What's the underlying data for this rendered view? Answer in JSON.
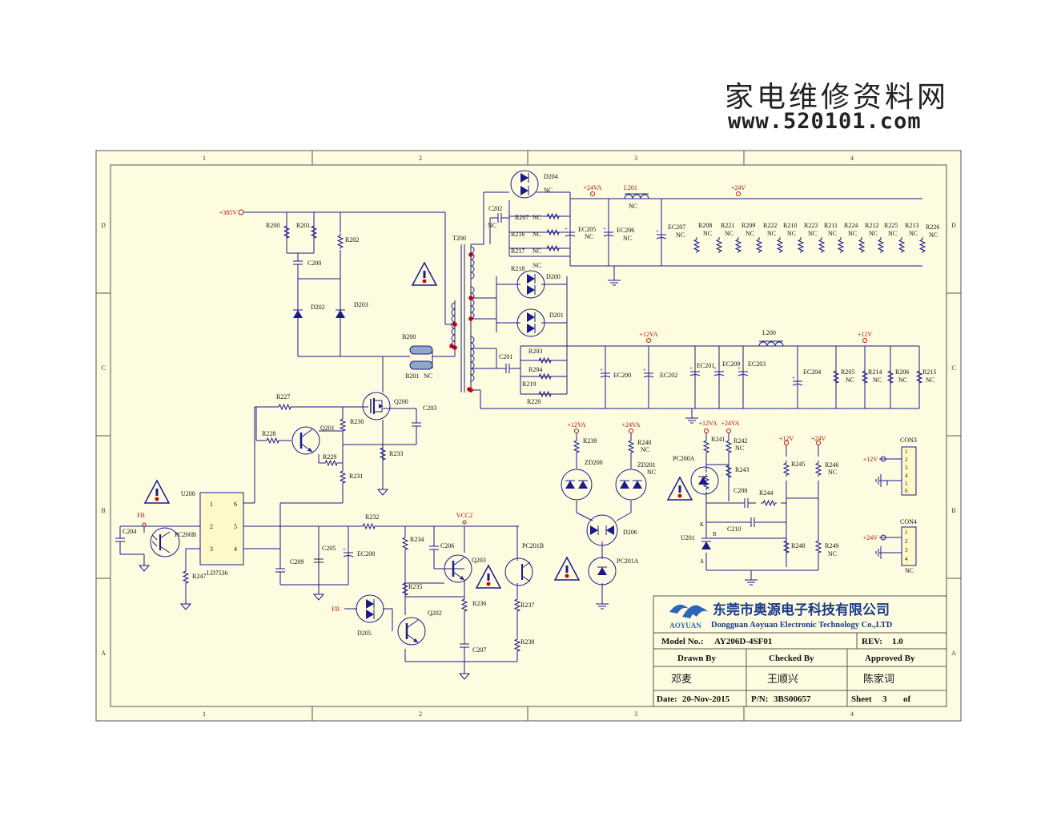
{
  "watermark": {
    "title": "家电维修资料网",
    "url": "www.520101.com"
  },
  "border": {
    "columns": [
      "1",
      "2",
      "3",
      "4"
    ],
    "rows": [
      "D",
      "C",
      "B",
      "A"
    ]
  },
  "nets": {
    "v385": "+385V",
    "v24va": "+24VA",
    "v24v": "+24V",
    "v12va": "+12VA",
    "v12v": "+12V",
    "fb": "FB",
    "vcc2": "VCC2",
    "nc": "NC"
  },
  "components": {
    "R200": "R200",
    "R201": "R201",
    "R202": "R202",
    "C200": "C200",
    "D202": "D202",
    "D203": "D203",
    "B200": "B200",
    "B201": "B201",
    "T200": "T200",
    "C202": "C202",
    "D204": "D204",
    "R207": "R207",
    "R216": "R216",
    "R217": "R217",
    "R218": "R218",
    "D200": "D200",
    "D201": "D201",
    "C201": "C201",
    "R203": "R203",
    "R204": "R204",
    "R219": "R219",
    "R220": "R220",
    "L201": "L201",
    "L200": "L200",
    "EC205": "EC205",
    "EC206": "EC206",
    "EC207": "EC207",
    "R208": "R208",
    "R221": "R221",
    "R209": "R209",
    "R222": "R222",
    "R210": "R210",
    "R223": "R223",
    "R211": "R211",
    "R224": "R224",
    "R212": "R212",
    "R225": "R225",
    "R213": "R213",
    "R226": "R226",
    "EC200": "EC200",
    "EC202": "EC202",
    "EC201": "EC201",
    "EC209": "EC209",
    "EC203": "EC203",
    "EC204": "EC204",
    "R205": "R205",
    "R214": "R214",
    "R206": "R206",
    "R215": "R215",
    "R227": "R227",
    "Q200": "Q200",
    "C203": "C203",
    "R228": "R228",
    "Q201": "Q201",
    "R230": "R230",
    "R229": "R229",
    "R233": "R233",
    "R231": "R231",
    "U200": "U200",
    "LD7536": "LD7536",
    "PC200B": "PC200B",
    "C204": "C204",
    "R247": "R247",
    "R232": "R232",
    "C209": "C209",
    "C205": "C205",
    "EC208": "EC208",
    "R234": "R234",
    "C206": "C206",
    "Q203": "Q203",
    "R235": "R235",
    "R236": "R236",
    "Q202": "Q202",
    "C207": "C207",
    "D205": "D205",
    "PC201B": "PC201B",
    "R237": "R237",
    "R238": "R238",
    "R239": "R239",
    "R240": "R240",
    "ZD200": "ZD200",
    "ZD201": "ZD201",
    "D206": "D206",
    "PC201A": "PC201A",
    "R241": "R241",
    "R242": "R242",
    "R243": "R243",
    "PC200A": "PC200A",
    "C208": "C208",
    "R244": "R244",
    "R245": "R245",
    "R246": "R246",
    "C210": "C210",
    "U201": "U201",
    "R248": "R248",
    "R249": "R249",
    "CON3": "CON3",
    "CON4": "CON4",
    "pinK": "K",
    "pinR": "R",
    "pinA": "A"
  },
  "connectors": {
    "con3_pins": [
      "1",
      "2",
      "3",
      "4",
      "5",
      "6"
    ],
    "con4_pins": [
      "1",
      "2",
      "3",
      "4"
    ]
  },
  "title_block": {
    "company_cn": "东莞市奥源电子科技有限公司",
    "company_en": "Dongguan Aoyuan Electronic Technology Co.,LTD",
    "logo_text": "AOYUAN",
    "model_label": "Model No.:",
    "model_value": "AY206D-4SF01",
    "rev_label": "REV:",
    "rev_value": "1.0",
    "drawn_label": "Drawn By",
    "checked_label": "Checked By",
    "approved_label": "Approved By",
    "drawn_value": "邓麦",
    "checked_value": "王顺兴",
    "approved_value": "陈家词",
    "date_label": "Date:",
    "date_value": "20-Nov-2015",
    "pn_label": "P/N:",
    "pn_value": "3BS00657",
    "sheet_label": "Sheet",
    "sheet_value": "3",
    "of_label": "of"
  },
  "colors": {
    "paper": "#fefce0",
    "wire": "#1a1a8c",
    "node": "#cc0000",
    "net": "#b01010",
    "warn": "#1a1a8c"
  }
}
